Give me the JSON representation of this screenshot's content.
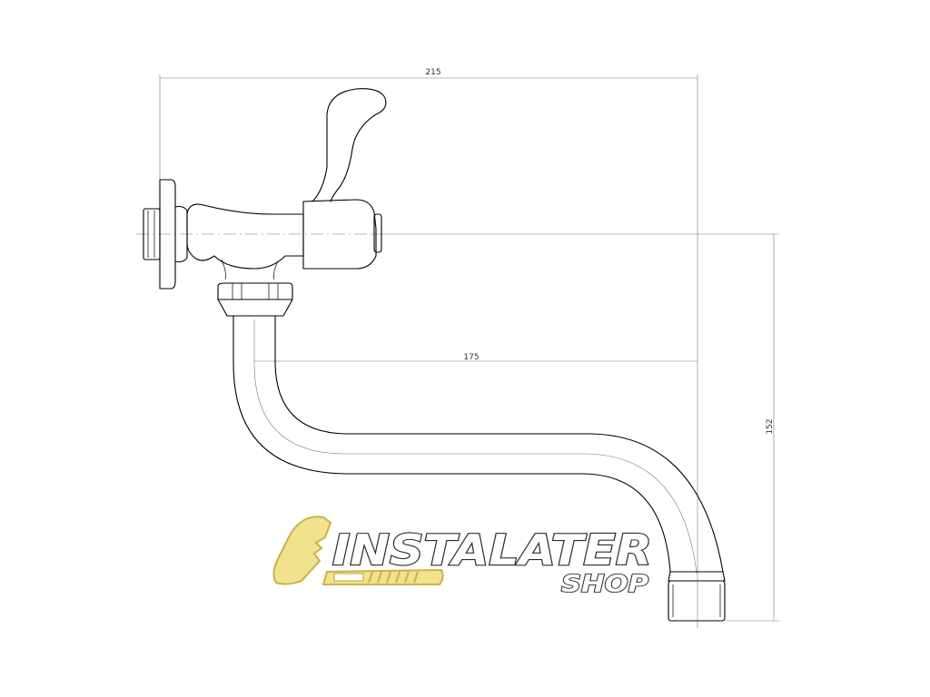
{
  "dimensions": {
    "overall_length": "215",
    "spout_reach": "175",
    "height": "152"
  },
  "logo": {
    "name": "INSTALATER",
    "sub": "SHOP",
    "colors": {
      "wrench_fill": "#f1e28e",
      "wrench_stroke": "#c9b24a",
      "text_fill": "#ffffff",
      "text_outline": "#2b2b2b"
    }
  },
  "colors": {
    "line": "#000000",
    "dimension": "#333333",
    "background": "#ffffff"
  }
}
